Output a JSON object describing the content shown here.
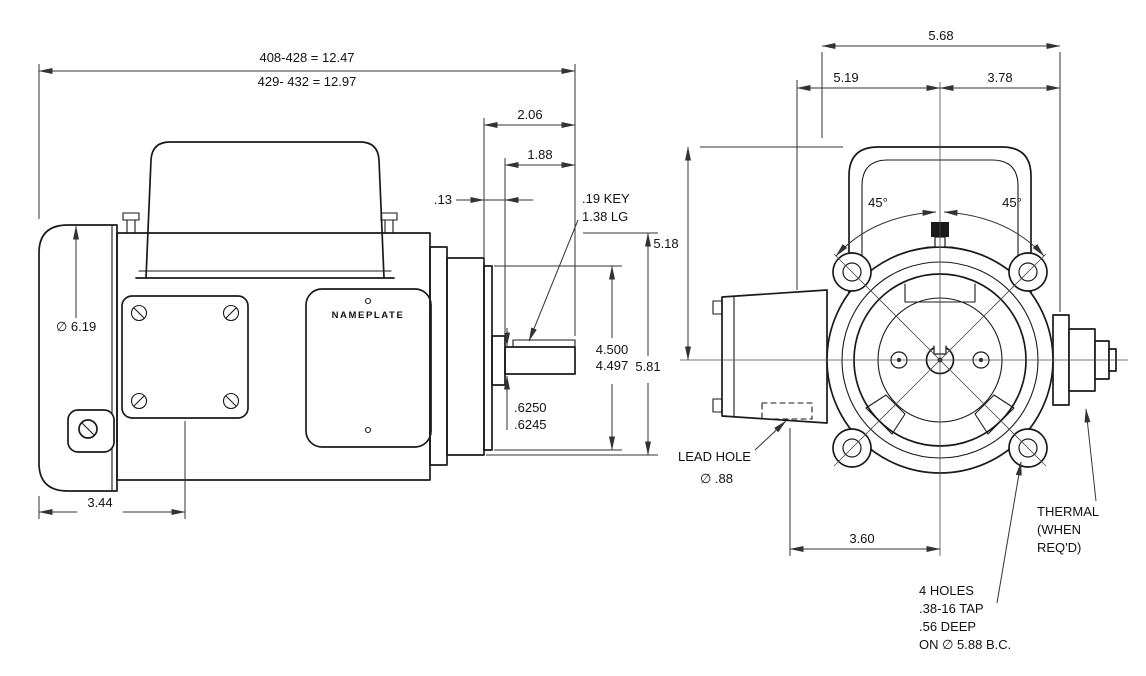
{
  "side_view": {
    "nameplate_label": "NAMEPLATE",
    "dims": {
      "overall_length_a": "408-428 = 12.47",
      "overall_length_b": "429- 432 = 12.97",
      "shaft_ext": "2.06",
      "shaft_usable": "1.88",
      "boss": ".13",
      "key_a": ".19 KEY",
      "key_b": "1.38 LG",
      "body_dia": "∅ 6.19",
      "face_a": "4.500",
      "face_b": "4.497",
      "height": "5.81",
      "shaft_dia_a": ".6250",
      "shaft_dia_b": ".6245",
      "foot": "3.44"
    }
  },
  "end_view": {
    "dims": {
      "overall_width": "5.68",
      "left_of_center": "5.19",
      "right_of_center": "3.78",
      "angle_left": "45°",
      "angle_right": "45°",
      "height_to_center": "5.18",
      "lead_hole_a": "LEAD HOLE",
      "lead_hole_b": "∅ .88",
      "box_to_center": "3.60",
      "thermal_a": "THERMAL",
      "thermal_b": "(WHEN",
      "thermal_c": "REQ'D)",
      "holes_a": "4 HOLES",
      "holes_b": ".38-16 TAP",
      "holes_c": ".56 DEEP",
      "holes_d": "ON ∅ 5.88 B.C."
    }
  }
}
